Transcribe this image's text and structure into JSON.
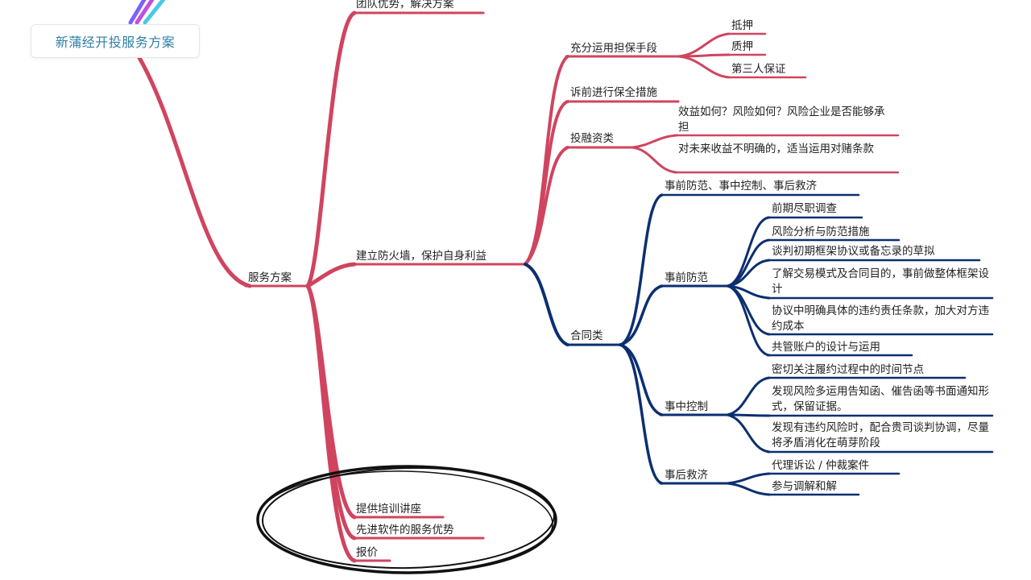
{
  "title": "新蒲经开投服务方案",
  "colors": {
    "red_branch": "#d0445f",
    "blue_branch": "#0b2f70",
    "title_text": "#2e7fa6",
    "ellipse": "#111111"
  },
  "nodes": {
    "root": "服务方案",
    "team": "团队优势，解决方案",
    "firewall": "建立防火墙，保护自身利益",
    "guarantee": "充分运用担保手段",
    "mortgage": "抵押",
    "pledge": "质押",
    "third_party": "第三人保证",
    "preservation": "诉前进行保全措施",
    "investment": "投融资类",
    "benefit_risk": "效益如何？风险如何？风险企业是否能够承担",
    "vam": "对未来收益不明确的，适当运用对赌条款",
    "contract": "合同类",
    "pre_mid_post": "事前防范、事中控制、事后救济",
    "prevention": "事前防范",
    "due_diligence": "前期尽职调查",
    "risk_analysis": "风险分析与防范措施",
    "framework_draft": "谈判初期框架协议或备忘录的草拟",
    "understand_mode": "了解交易模式及合同目的，事前做整体框架设计",
    "liability_clause": "协议中明确具体的违约责任条款，加大对方违约成本",
    "joint_account": "共管账户的设计与运用",
    "control": "事中控制",
    "time_nodes": "密切关注履约过程中的时间节点",
    "notice_letters": "发现风险多运用告知函、催告函等书面通知形式，保留证据。",
    "negotiate": "发现有违约风险时，配合贵司谈判协调，尽量将矛盾消化在萌芽阶段",
    "remedy": "事后救济",
    "litigation": "代理诉讼 / 仲裁案件",
    "mediation": "参与调解和解",
    "training": "提供培训讲座",
    "software": "先进软件的服务优势",
    "quote": "报价"
  }
}
